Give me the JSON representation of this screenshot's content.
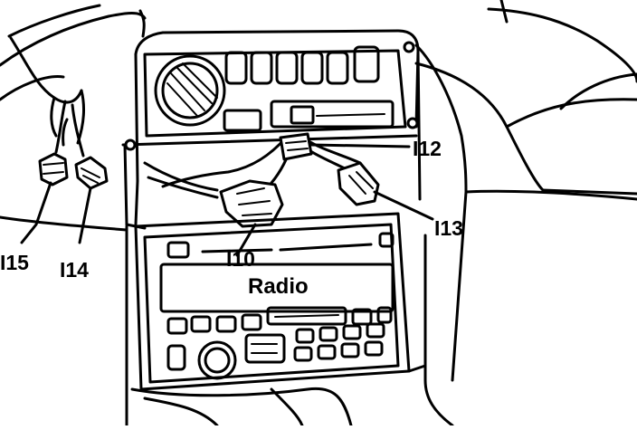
{
  "diagram": {
    "labels": {
      "radio": "Radio",
      "i10": "I10",
      "i12": "I12",
      "i13": "I13",
      "i14": "I14",
      "i15": "I15"
    },
    "colors": {
      "ink": "#000000",
      "paper": "#ffffff"
    }
  }
}
